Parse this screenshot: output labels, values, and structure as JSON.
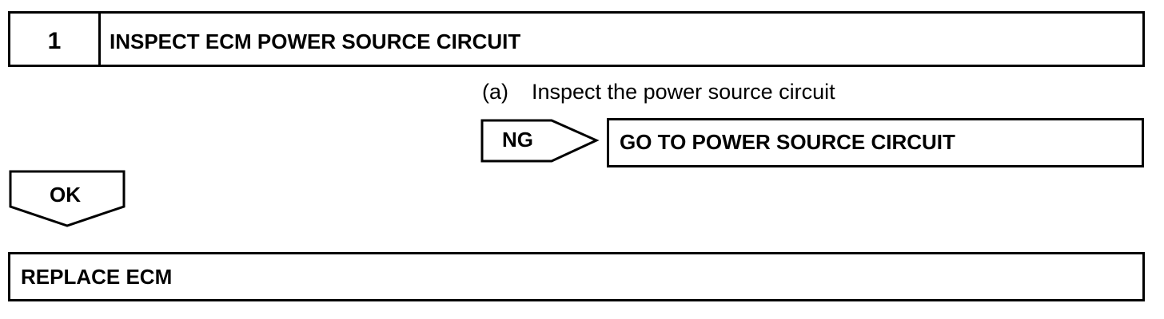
{
  "step": {
    "number": "1",
    "title": "INSPECT ECM POWER SOURCE CIRCUIT"
  },
  "substep": {
    "letter": "(a)",
    "text": "Inspect the power source circuit"
  },
  "ng_branch": {
    "label": "NG",
    "result": "GO TO POWER SOURCE CIRCUIT"
  },
  "ok_branch": {
    "label": "OK",
    "result": "REPLACE ECM"
  }
}
